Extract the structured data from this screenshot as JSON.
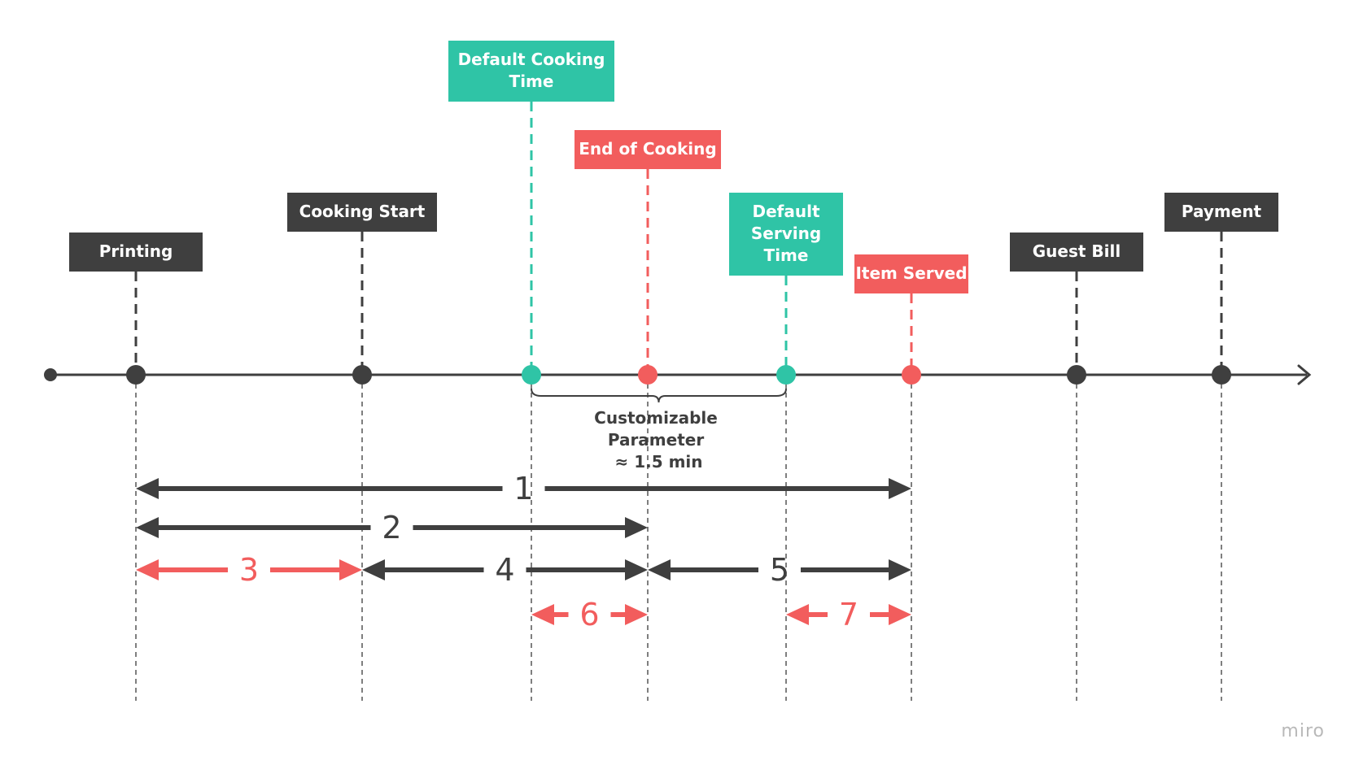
{
  "colors": {
    "dark": "#3f3f3f",
    "teal": "#2fc4a6",
    "red": "#f25d5d",
    "axis": "#3f3f3f",
    "guide": "#555555"
  },
  "markers": [
    {
      "id": "printing",
      "lines": [
        "Printing"
      ],
      "color": "dark"
    },
    {
      "id": "cooking-start",
      "lines": [
        "Cooking Start"
      ],
      "color": "dark"
    },
    {
      "id": "default-cooking-time",
      "lines": [
        "Default Cooking",
        "Time"
      ],
      "color": "teal"
    },
    {
      "id": "end-of-cooking",
      "lines": [
        "End of Cooking"
      ],
      "color": "red"
    },
    {
      "id": "default-serving-time",
      "lines": [
        "Default",
        "Serving",
        "Time"
      ],
      "color": "teal"
    },
    {
      "id": "item-served",
      "lines": [
        "Item Served"
      ],
      "color": "red"
    },
    {
      "id": "guest-bill",
      "lines": [
        "Guest Bill"
      ],
      "color": "dark"
    },
    {
      "id": "payment",
      "lines": [
        "Payment"
      ],
      "color": "dark"
    }
  ],
  "brace_note": {
    "lines": [
      "Customizable",
      "Parameter",
      "≈ 1.5 min"
    ],
    "from": "default-cooking-time",
    "to": "default-serving-time"
  },
  "intervals": [
    {
      "label": "1",
      "from": "printing",
      "to": "item-served",
      "color": "dark"
    },
    {
      "label": "2",
      "from": "printing",
      "to": "end-of-cooking",
      "color": "dark"
    },
    {
      "label": "3",
      "from": "printing",
      "to": "cooking-start",
      "color": "red"
    },
    {
      "label": "4",
      "from": "cooking-start",
      "to": "end-of-cooking",
      "color": "dark"
    },
    {
      "label": "5",
      "from": "end-of-cooking",
      "to": "item-served",
      "color": "dark"
    },
    {
      "label": "6",
      "from": "default-cooking-time",
      "to": "end-of-cooking",
      "color": "red"
    },
    {
      "label": "7",
      "from": "default-serving-time",
      "to": "item-served",
      "color": "red"
    }
  ],
  "watermark": "miro"
}
